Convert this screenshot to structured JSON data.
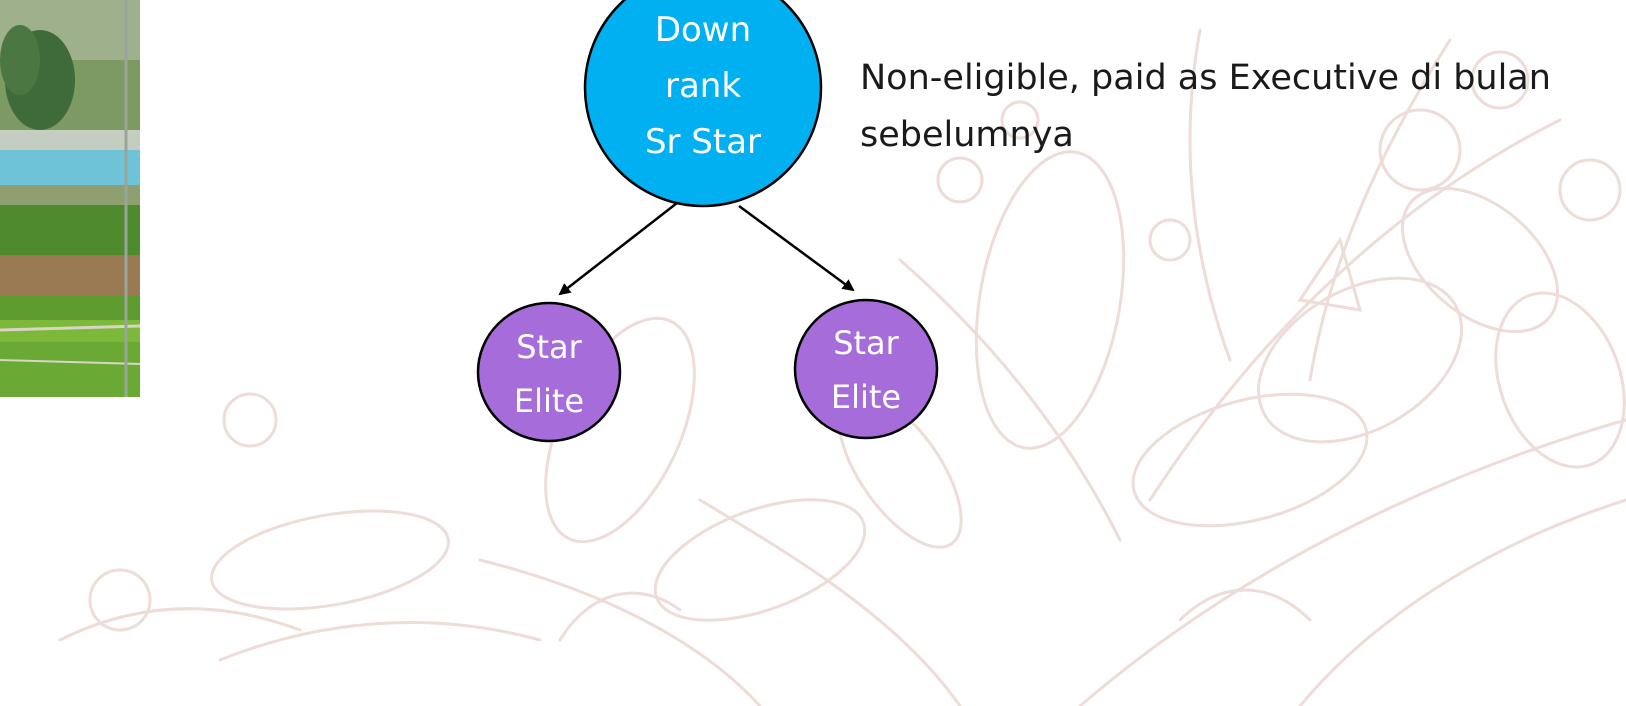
{
  "diagram": {
    "top_node": {
      "lines": [
        "Down",
        "rank",
        "Sr Star"
      ],
      "color": "#00b0f0"
    },
    "children": [
      {
        "lines": [
          "Star",
          "Elite"
        ],
        "color": "#a66cd9"
      },
      {
        "lines": [
          "Star",
          "Elite"
        ],
        "color": "#a66cd9"
      }
    ],
    "note": "Non-eligible, paid as Executive  di bulan sebelumnya"
  },
  "decor": {
    "background_art": "floral-line-art",
    "photo": "farm-landscape-photo",
    "art_color": "#eadbd6"
  }
}
